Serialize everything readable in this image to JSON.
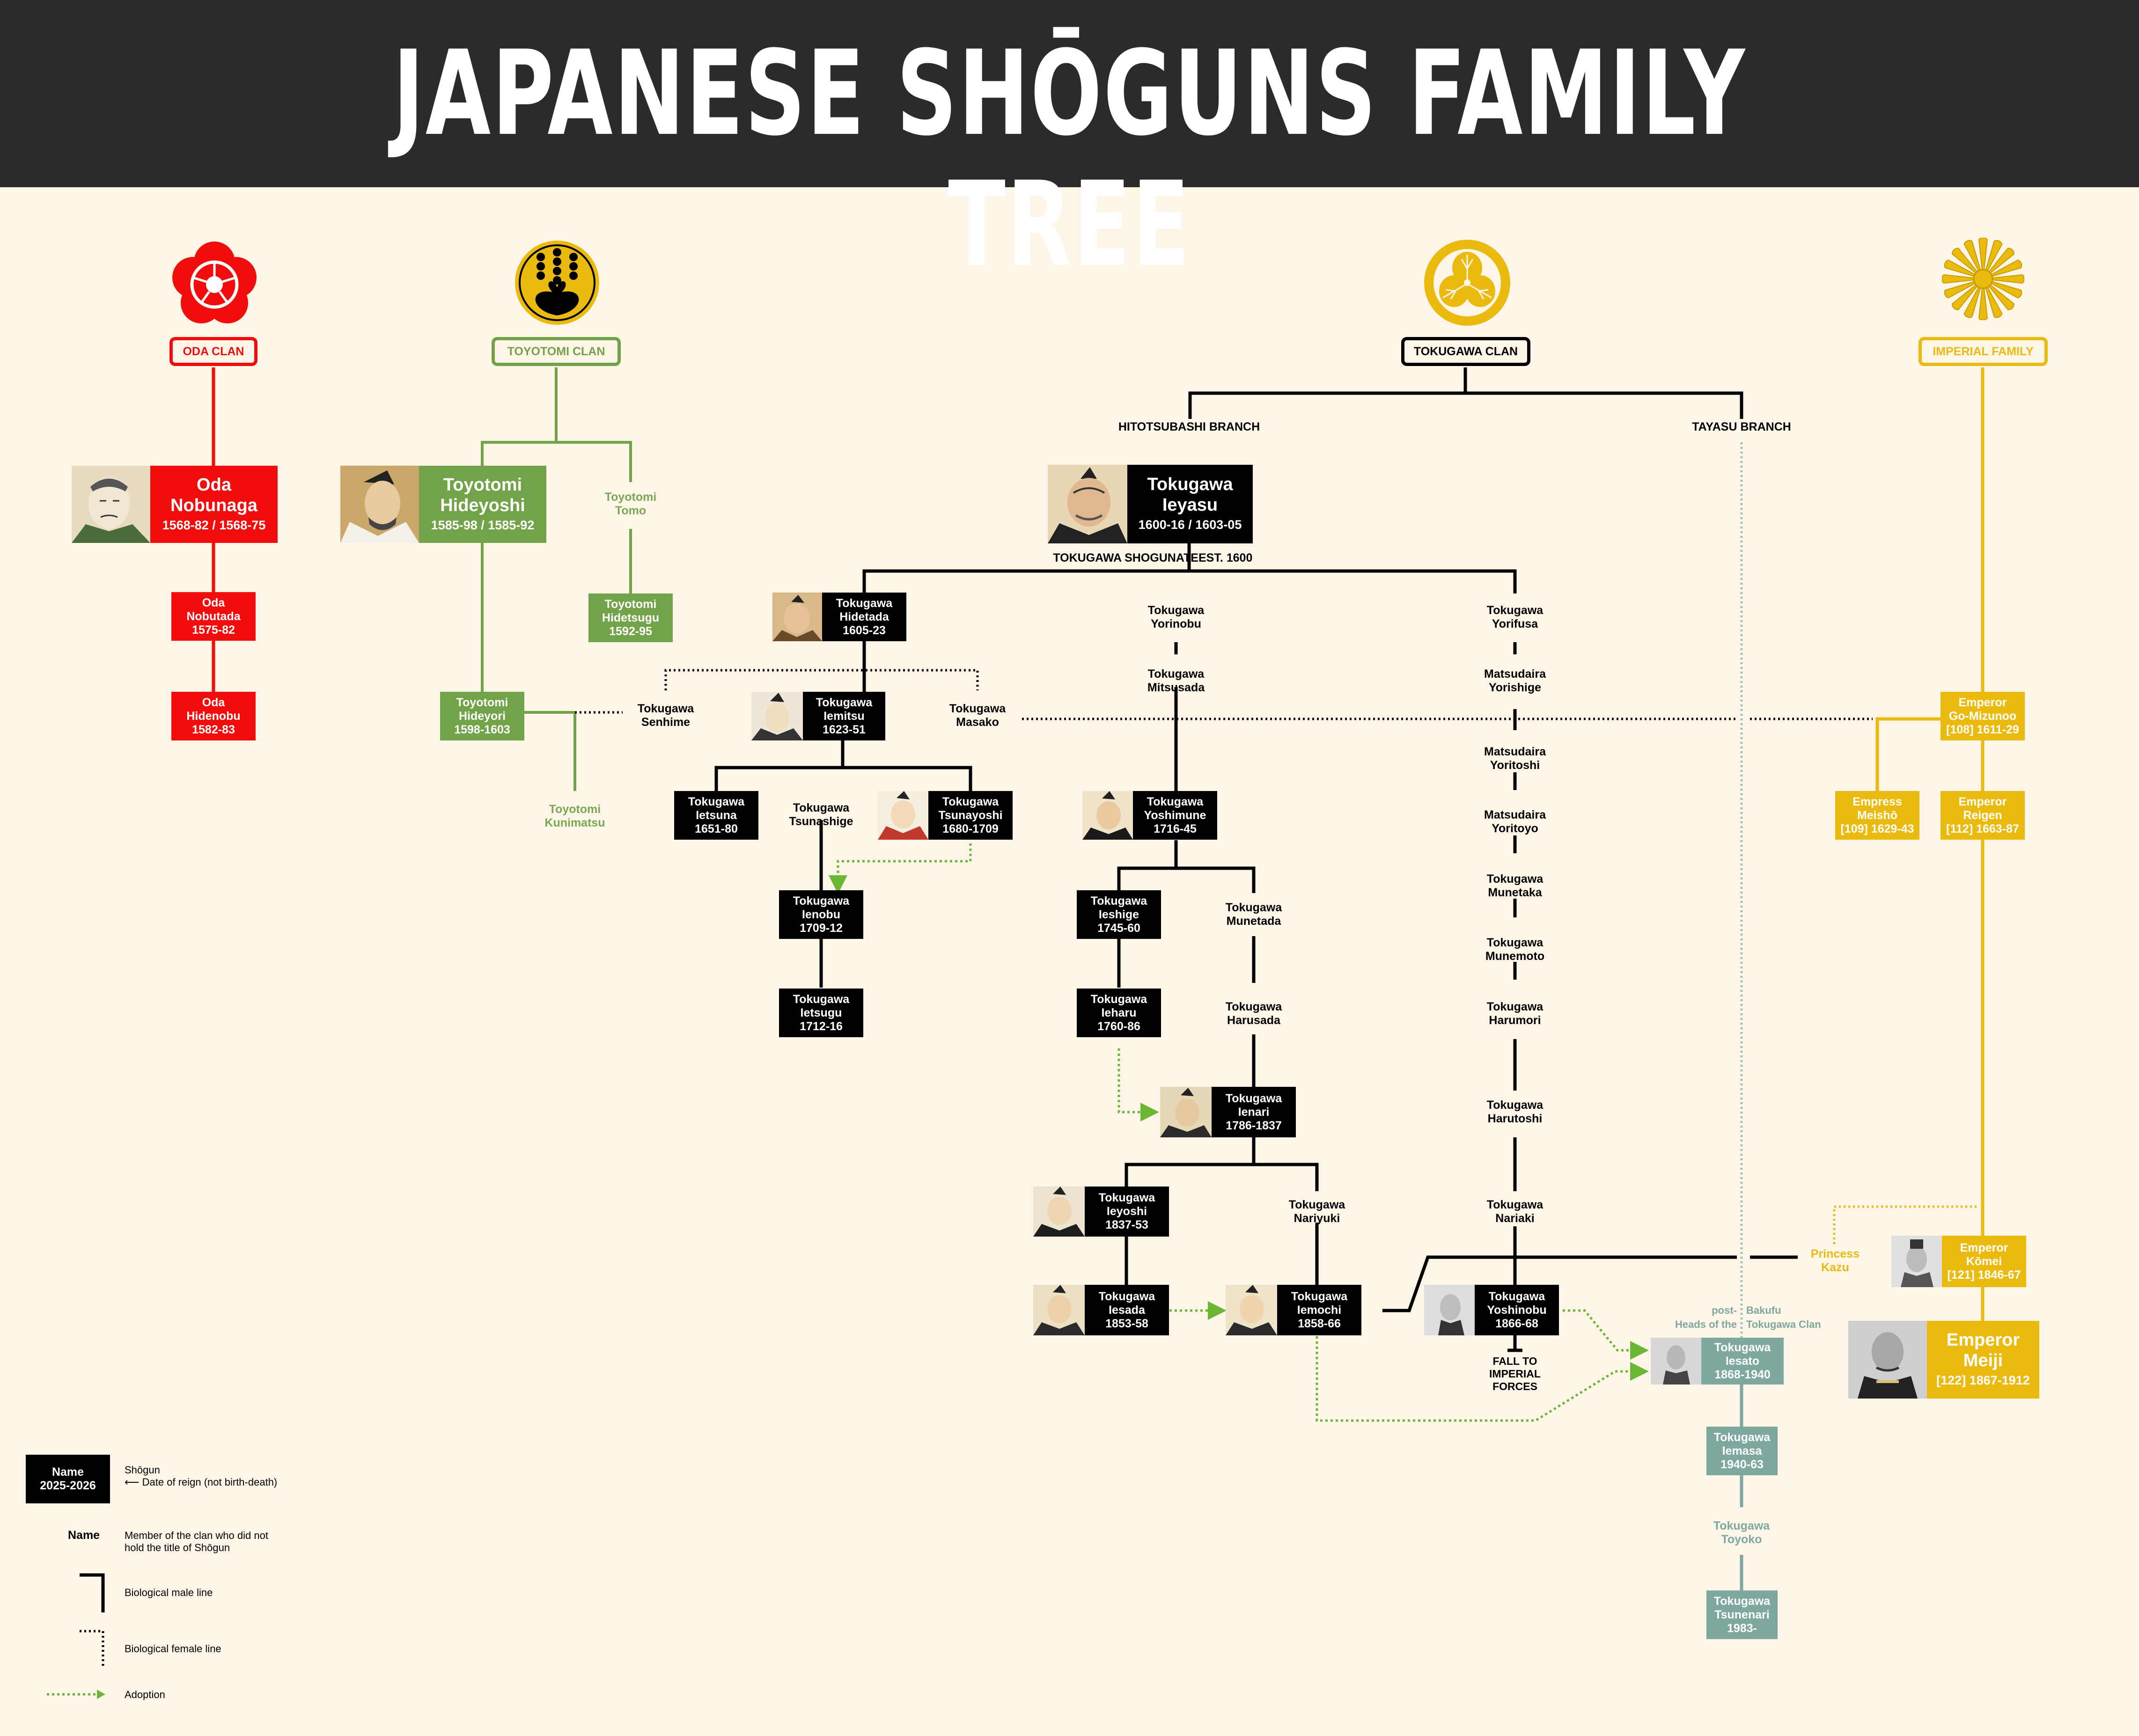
{
  "title": "JAPANESE SHŌGUNS FAMILY TREE",
  "clans": {
    "oda": "ODA CLAN",
    "toyotomi": "TOYOTOMI CLAN",
    "tokugawa": "TOKUGAWA CLAN",
    "imperial": "IMPERIAL FAMILY"
  },
  "branches": {
    "hitotsubashi": "HITOTSUBASHI BRANCH",
    "tayasu": "TAYASU BRANCH",
    "shogunate": "TOKUGAWA SHOGUNATE",
    "est": "EST.  1600"
  },
  "nodes": {
    "oda_nobunaga": [
      "Oda",
      "Nobunaga",
      "1568-82 / 1568-75"
    ],
    "oda_nobutada": [
      "Oda",
      "Nobutada",
      "1575-82"
    ],
    "oda_hidenobu": [
      "Oda",
      "Hidenobu",
      "1582-83"
    ],
    "toyotomi_hideyoshi": [
      "Toyotomi",
      "Hideyoshi",
      "1585-98 / 1585-92"
    ],
    "toyotomi_tomo": [
      "Toyotomi",
      "Tomo"
    ],
    "toyotomi_hidetsugu": [
      "Toyotomi",
      "Hidetsugu",
      "1592-95"
    ],
    "toyotomi_hideyori": [
      "Toyotomi",
      "Hideyori",
      "1598-1603"
    ],
    "toyotomi_kunimatsu": [
      "Toyotomi",
      "Kunimatsu"
    ],
    "tokugawa_ieyasu": [
      "Tokugawa",
      "Ieyasu",
      "1600-16 / 1603-05"
    ],
    "tokugawa_hidetada": [
      "Tokugawa",
      "Hidetada",
      "1605-23"
    ],
    "tokugawa_senhime": [
      "Tokugawa",
      "Senhime"
    ],
    "tokugawa_iemitsu": [
      "Tokugawa",
      "Iemitsu",
      "1623-51"
    ],
    "tokugawa_masako": [
      "Tokugawa",
      "Masako"
    ],
    "tokugawa_ietsuna": [
      "Tokugawa",
      "Ietsuna",
      "1651-80"
    ],
    "tokugawa_tsunashige": [
      "Tokugawa",
      "Tsunashige"
    ],
    "tokugawa_tsunayoshi": [
      "Tokugawa",
      "Tsunayoshi",
      "1680-1709"
    ],
    "tokugawa_ienobu": [
      "Tokugawa",
      "Ienobu",
      "1709-12"
    ],
    "tokugawa_ietsugu": [
      "Tokugawa",
      "Ietsugu",
      "1712-16"
    ],
    "tokugawa_yorinobu": [
      "Tokugawa",
      "Yorinobu"
    ],
    "tokugawa_mitsusada": [
      "Tokugawa",
      "Mitsusada"
    ],
    "tokugawa_yoshimune": [
      "Tokugawa",
      "Yoshimune",
      "1716-45"
    ],
    "tokugawa_ieshige": [
      "Tokugawa",
      "Ieshige",
      "1745-60"
    ],
    "tokugawa_munetada": [
      "Tokugawa",
      "Munetada"
    ],
    "tokugawa_ieharu": [
      "Tokugawa",
      "Ieharu",
      "1760-86"
    ],
    "tokugawa_harusada": [
      "Tokugawa",
      "Harusada"
    ],
    "tokugawa_ienari": [
      "Tokugawa",
      "Ienari",
      "1786-1837"
    ],
    "tokugawa_ieyoshi": [
      "Tokugawa",
      "Ieyoshi",
      "1837-53"
    ],
    "tokugawa_nariyuki": [
      "Tokugawa",
      "Nariyuki"
    ],
    "tokugawa_iesada": [
      "Tokugawa",
      "Iesada",
      "1853-58"
    ],
    "tokugawa_iemochi": [
      "Tokugawa",
      "Iemochi",
      "1858-66"
    ],
    "tokugawa_yorifusa": [
      "Tokugawa",
      "Yorifusa"
    ],
    "matsudaira_yorishige": [
      "Matsudaira",
      "Yorishige"
    ],
    "matsudaira_yoritoshi": [
      "Matsudaira",
      "Yoritoshi"
    ],
    "matsudaira_yoritoyo": [
      "Matsudaira",
      "Yoritoyo"
    ],
    "tokugawa_munetaka": [
      "Tokugawa",
      "Munetaka"
    ],
    "tokugawa_munemoto": [
      "Tokugawa",
      "Munemoto"
    ],
    "tokugawa_harumori": [
      "Tokugawa",
      "Harumori"
    ],
    "tokugawa_harutoshi": [
      "Tokugawa",
      "Harutoshi"
    ],
    "tokugawa_nariaki": [
      "Tokugawa",
      "Nariaki"
    ],
    "tokugawa_yoshinobu": [
      "Tokugawa",
      "Yoshinobu",
      "1866-68"
    ],
    "fall": [
      "FALL TO",
      "IMPERIAL",
      "FORCES"
    ],
    "tokugawa_iesato": [
      "Tokugawa",
      "Iesato",
      "1868-1940"
    ],
    "post_heads": [
      "post-",
      "Heads of the"
    ],
    "bakufu": [
      "Bakufu",
      "Tokugawa Clan"
    ],
    "tokugawa_iemasa": [
      "Tokugawa",
      "Iemasa",
      "1940-63"
    ],
    "tokugawa_toyoko": [
      "Tokugawa",
      "Toyoko"
    ],
    "tokugawa_tsunenari": [
      "Tokugawa",
      "Tsunenari",
      "1983-"
    ],
    "emperor_gomizunoo": [
      "Emperor",
      "Go-Mizunoo",
      "[108] 1611-29"
    ],
    "empress_meisho": [
      "Empress",
      "Meishō",
      "[109] 1629-43"
    ],
    "emperor_reigen": [
      "Emperor",
      "Reigen",
      "[112] 1663-87"
    ],
    "princess_kazu": [
      "Princess",
      "Kazu"
    ],
    "emperor_komei": [
      "Emperor",
      "Kōmei",
      "[121] 1846-67"
    ],
    "emperor_meiji": [
      "Emperor",
      "Meiji",
      "[122] 1867-1912"
    ]
  },
  "legend": {
    "box_name": "Name",
    "box_years": "2025-2026",
    "shogun": "Shōgun",
    "reign_note": "⟵  Date of reign (not birth-death)",
    "name_plain": "Name",
    "member_note": [
      "Member of the clan who did not",
      "hold the title of Shōgun"
    ],
    "male_line": "Biological male line",
    "female_line": "Biological female line",
    "adoption": "Adoption"
  },
  "colors": {
    "oda": "#f20d0d",
    "toyotomi": "#73a349",
    "tokugawa": "#000000",
    "imperial": "#eabb0e",
    "modern": "#7ea79f",
    "adoption": "#6cb535",
    "background": "#fcf5e8",
    "header": "#2b2b2b"
  },
  "icons": [
    "oda-mokko-crest-icon",
    "toyotomi-paulownia-crest-icon",
    "tokugawa-hollyhock-crest-icon",
    "imperial-chrysanthemum-crest-icon"
  ]
}
